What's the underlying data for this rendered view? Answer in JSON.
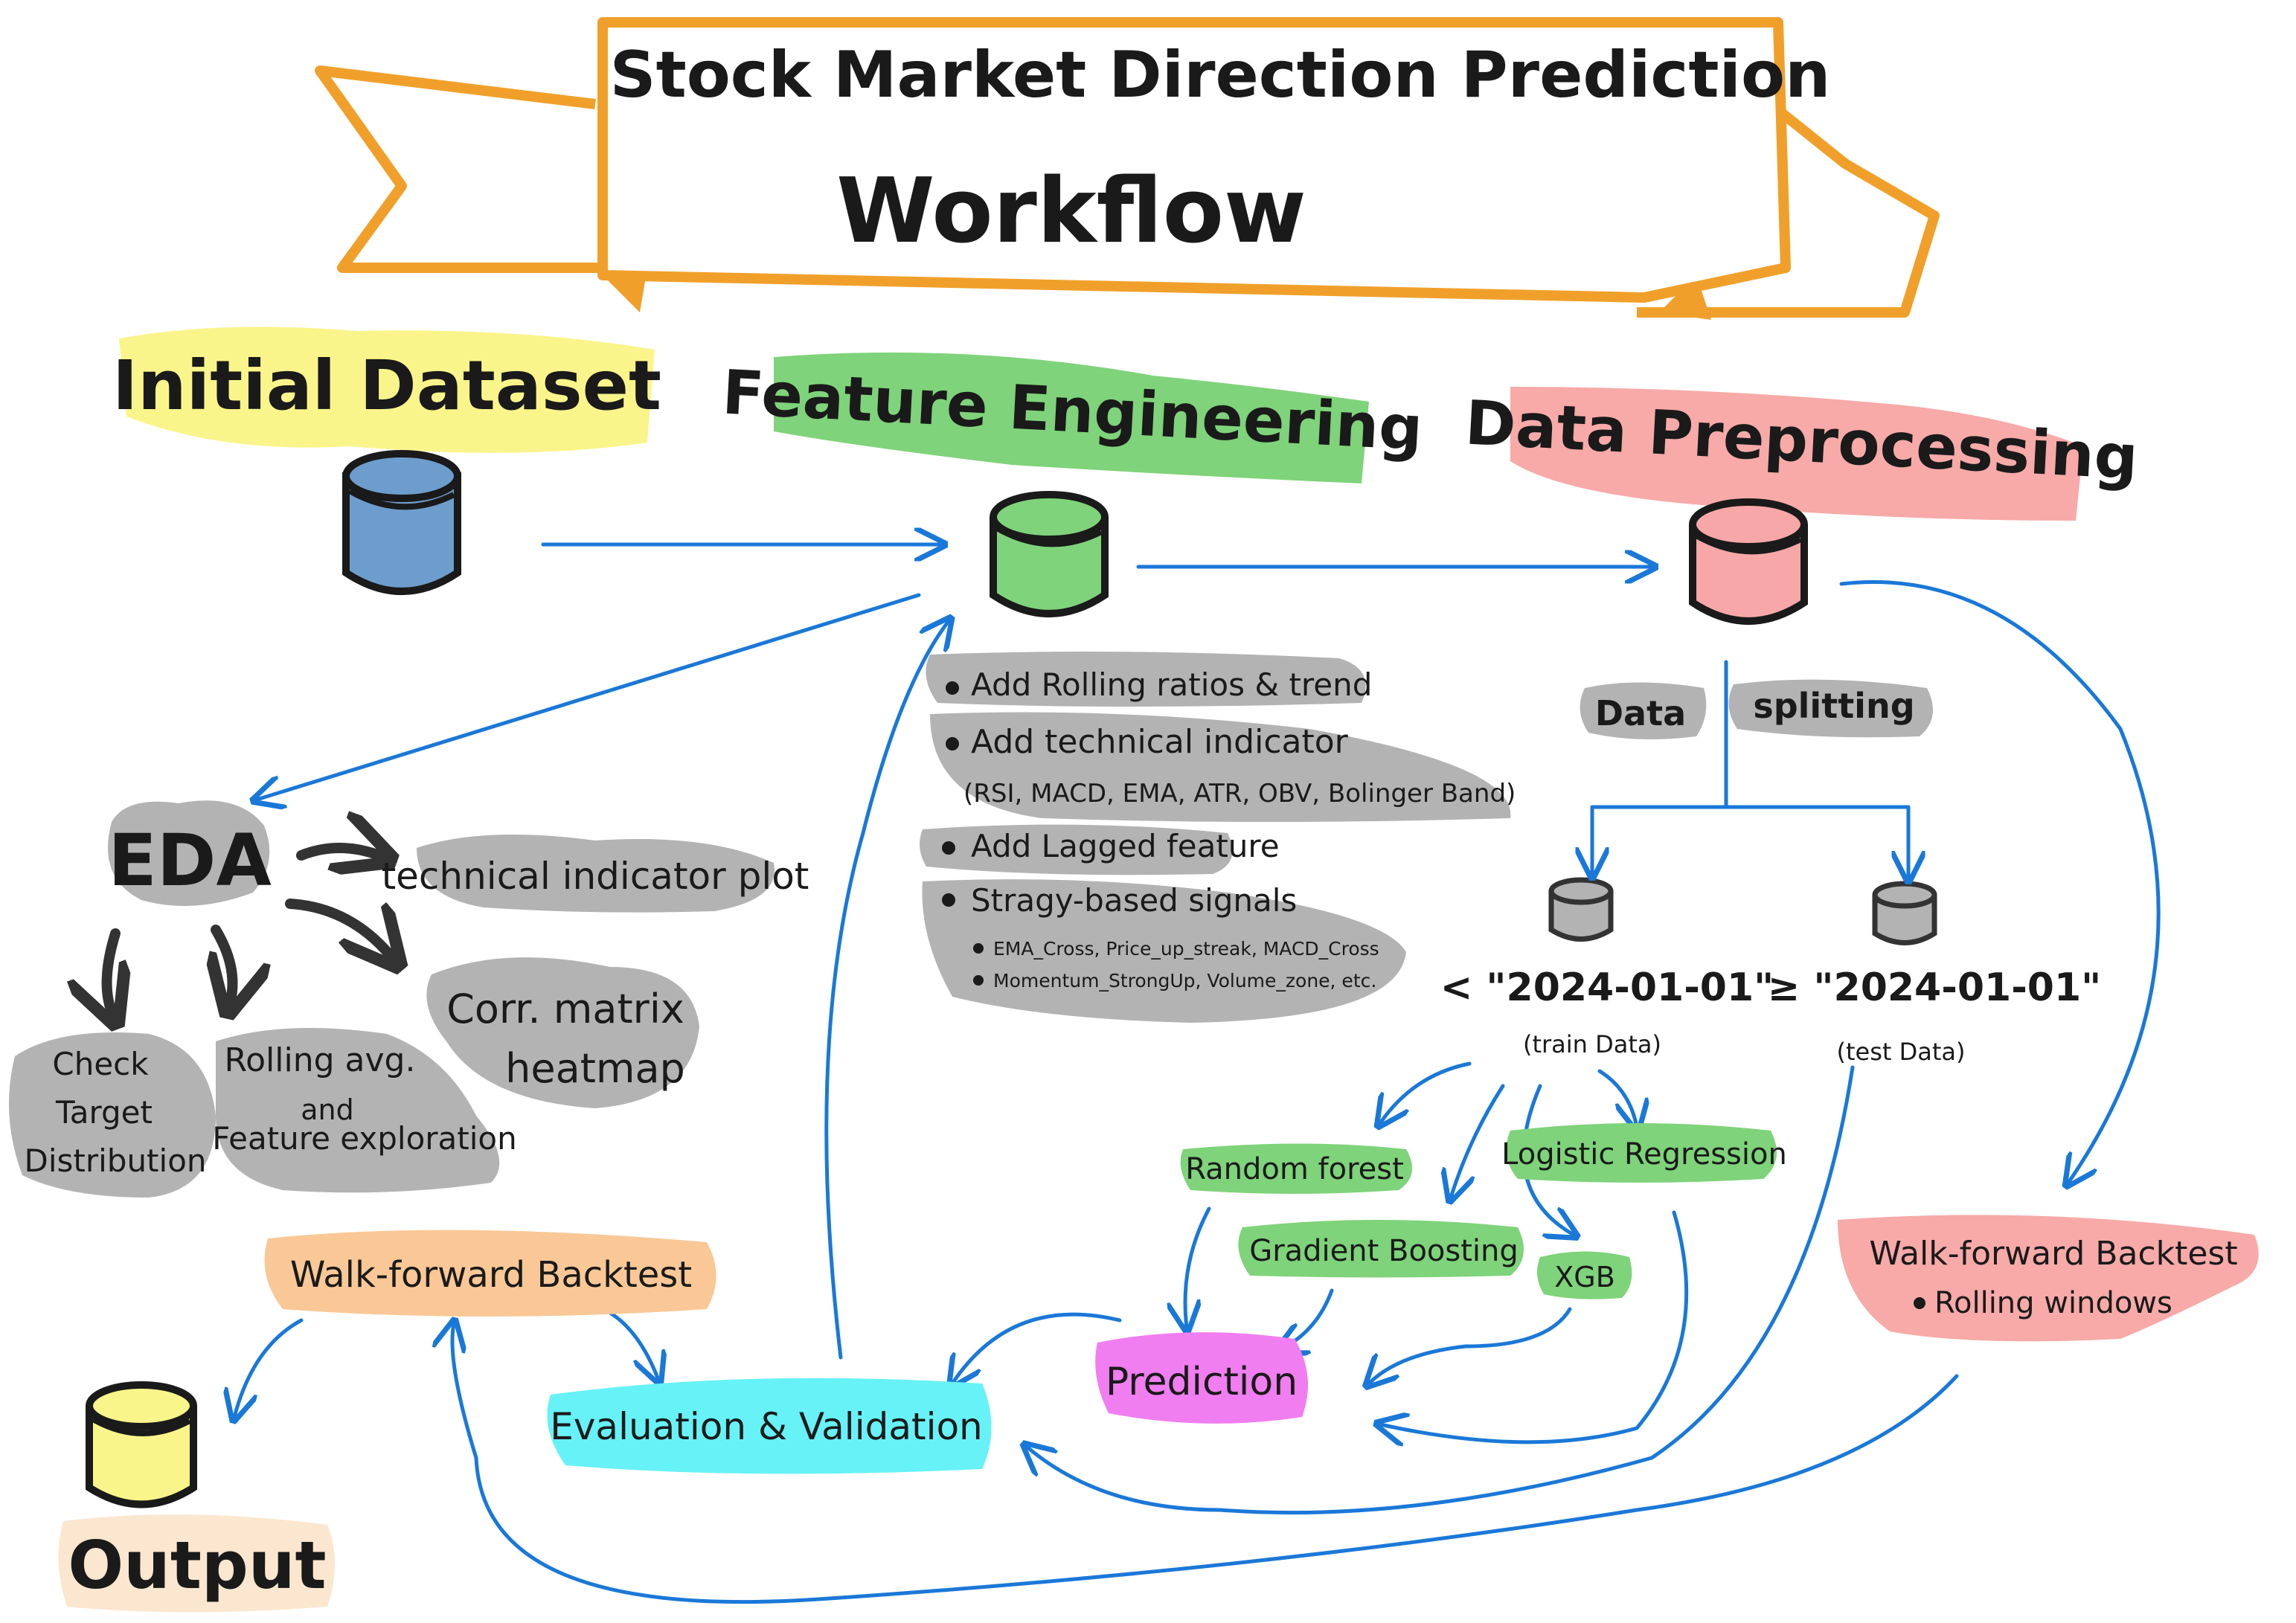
{
  "title": {
    "line1": "Stock Market Direction Prediction",
    "line2": "Workflow"
  },
  "stages": {
    "initial": "Initial Dataset",
    "feature": "Feature Engineering",
    "preprocess": "Data Preprocessing"
  },
  "eda": {
    "label": "EDA",
    "tech_plot": "technical indicator plot",
    "corr_line1": "Corr. matrix",
    "corr_line2": "heatmap",
    "check_line1": "Check",
    "check_line2": "Target",
    "check_line3": "Distribution",
    "rolling_line1": "Rolling avg.",
    "rolling_line2": "and",
    "rolling_line3": "Feature exploration"
  },
  "features": {
    "item1": "Add Rolling ratios & trend",
    "item2": "Add technical indicator",
    "item2_sub": "(RSI, MACD, EMA, ATR, OBV, Bolinger Band)",
    "item3": "Add Lagged feature",
    "item4": "Stragy-based signals",
    "item4_sub1": "EMA_Cross, Price_up_streak, MACD_Cross",
    "item4_sub2": "Momentum_StrongUp, Volume_zone, etc."
  },
  "split": {
    "label_a": "Data",
    "label_b": "splitting",
    "train_cond": "< \"2024-01-01\"",
    "train_label": "(train Data)",
    "test_cond": "≥ \"2024-01-01\"",
    "test_label": "(test Data)"
  },
  "models": {
    "rf": "Random forest",
    "gb": "Gradient Boosting",
    "lr": "Logistic Regression",
    "xgb": "XGB"
  },
  "prediction": "Prediction",
  "evaluation": "Evaluation & Validation",
  "walk_left": "Walk-forward Backtest",
  "walk_right_title": "Walk-forward Backtest",
  "walk_right_item": "Rolling windows",
  "output": "Output",
  "colors": {
    "orange": "#f0a02a",
    "yellow": "#faf58a",
    "green": "#7fd37a",
    "pink": "#f7aaa8",
    "gray": "#b3b3b3",
    "magenta": "#f07ef0",
    "cyan": "#66f2f7",
    "peach": "#f9c896",
    "blue_db": "#6d9dcc",
    "green_db": "#7fd37a",
    "pink_db": "#f7a7a7",
    "yellow_db": "#faf58a",
    "arrow": "#1a78d8"
  }
}
